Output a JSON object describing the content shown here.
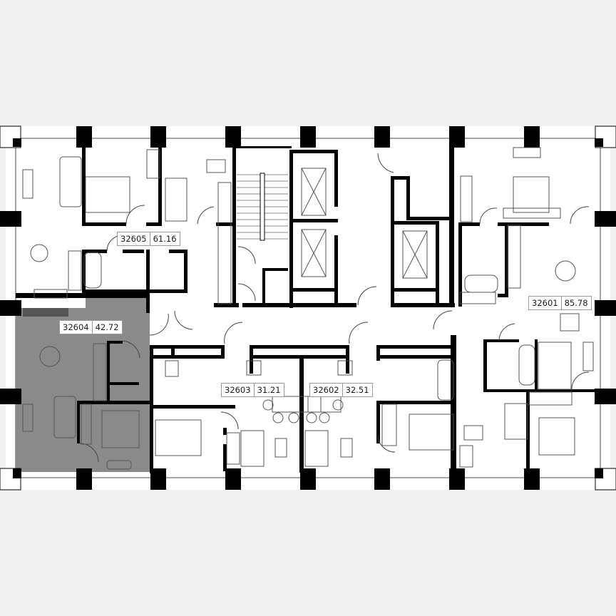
{
  "plan": {
    "background": "#f0f0f0",
    "wall_color": "#000000",
    "highlight_color": "#8a8a8a",
    "units": [
      {
        "number": "32605",
        "area": "61.16",
        "highlighted": false
      },
      {
        "number": "32604",
        "area": "42.72",
        "highlighted": true
      },
      {
        "number": "32603",
        "area": "31.21",
        "highlighted": false
      },
      {
        "number": "32602",
        "area": "32.51",
        "highlighted": false
      },
      {
        "number": "32601",
        "area": "85.78",
        "highlighted": false
      }
    ]
  }
}
